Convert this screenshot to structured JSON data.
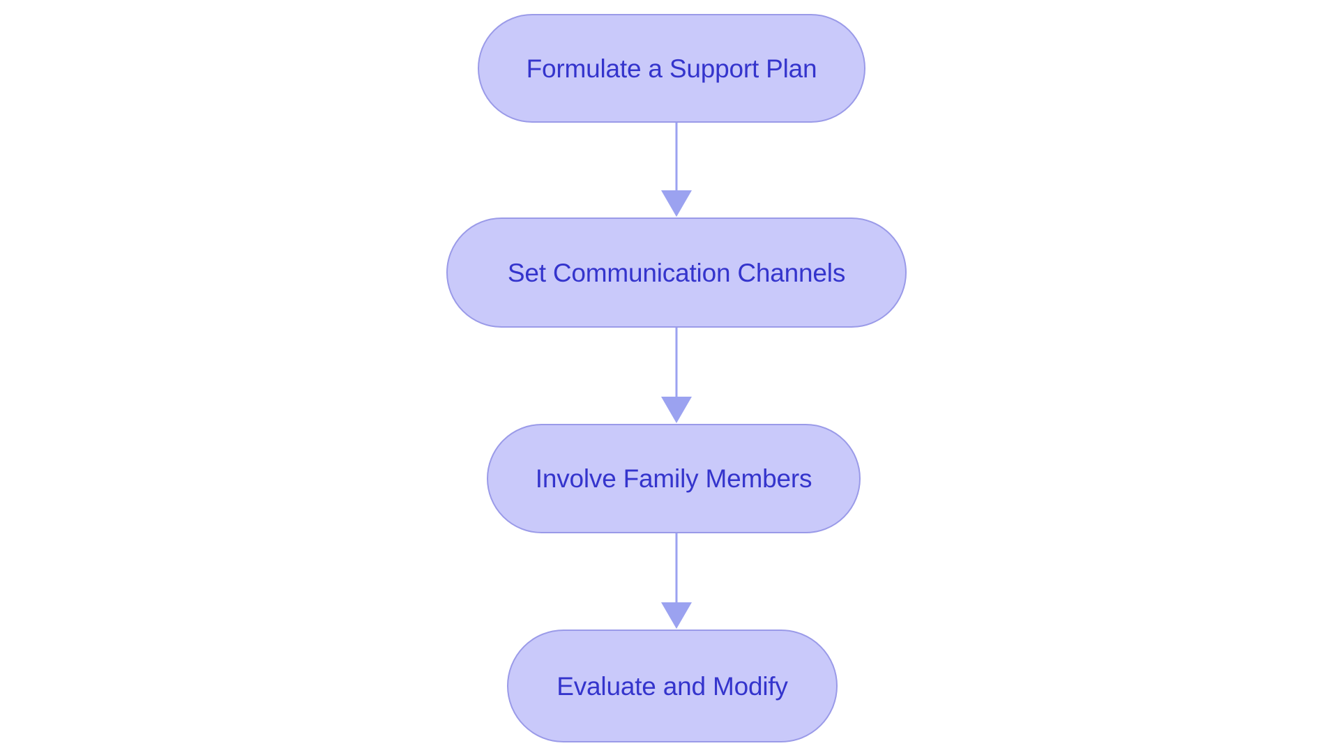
{
  "diagram": {
    "type": "flowchart",
    "orientation": "top-to-bottom",
    "background_color": "#ffffff",
    "node_fill_color": "#c9c9fa",
    "node_border_color": "#9a9ae8",
    "node_text_color": "#3434cc",
    "connector_color": "#9ba2f0",
    "nodes": [
      {
        "id": "node-1",
        "label": "Formulate a Support Plan"
      },
      {
        "id": "node-2",
        "label": "Set Communication Channels"
      },
      {
        "id": "node-3",
        "label": "Involve Family Members"
      },
      {
        "id": "node-4",
        "label": "Evaluate and Modify"
      }
    ],
    "edges": [
      {
        "id": "edge-1",
        "from": "node-1",
        "to": "node-2",
        "label": ""
      },
      {
        "id": "edge-2",
        "from": "node-2",
        "to": "node-3",
        "label": ""
      },
      {
        "id": "edge-3",
        "from": "node-3",
        "to": "node-4",
        "label": ""
      }
    ]
  }
}
